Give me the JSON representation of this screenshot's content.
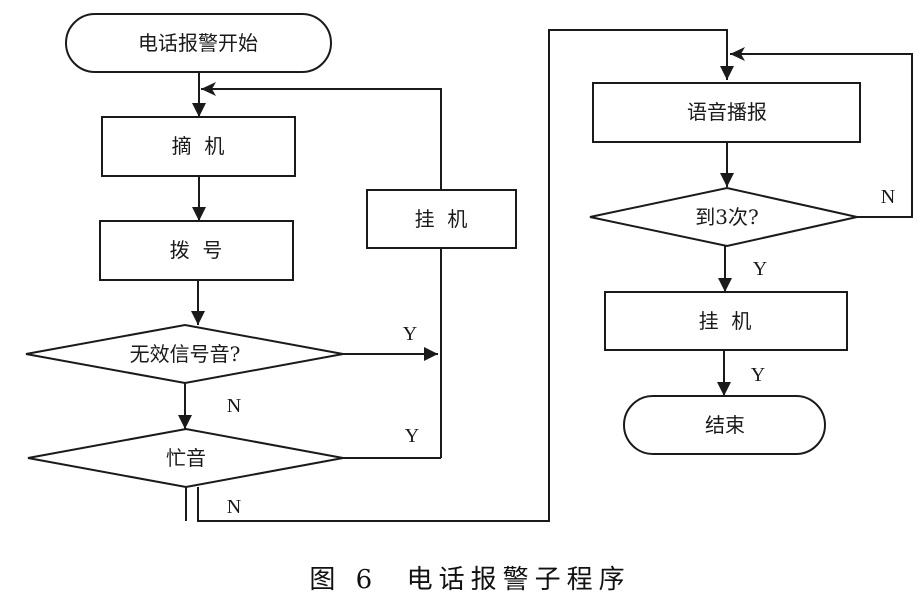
{
  "diagram": {
    "nodes": {
      "start": {
        "label": "电话报警开始",
        "type": "terminal"
      },
      "offhook": {
        "label": "摘  机",
        "type": "process"
      },
      "dial": {
        "label": "拨  号",
        "type": "process"
      },
      "invalid_tone": {
        "label": "无效信号音?",
        "type": "decision"
      },
      "busy_tone": {
        "label": "忙音",
        "type": "decision"
      },
      "hangup_retry": {
        "label": "挂  机",
        "type": "process"
      },
      "voice_broadcast": {
        "label": "语音播报",
        "type": "process"
      },
      "three_times": {
        "label": "到3次?",
        "type": "decision"
      },
      "hangup_final": {
        "label": "挂  机",
        "type": "process"
      },
      "end": {
        "label": "结束",
        "type": "terminal"
      }
    },
    "edges": [
      {
        "from": "start",
        "to": "offhook",
        "label": ""
      },
      {
        "from": "offhook",
        "to": "dial",
        "label": ""
      },
      {
        "from": "dial",
        "to": "invalid_tone",
        "label": ""
      },
      {
        "from": "invalid_tone",
        "to": "hangup_retry",
        "label": "Y"
      },
      {
        "from": "invalid_tone",
        "to": "busy_tone",
        "label": "N"
      },
      {
        "from": "busy_tone",
        "to": "hangup_retry",
        "label": "Y"
      },
      {
        "from": "busy_tone",
        "to": "voice_broadcast",
        "label": "N"
      },
      {
        "from": "hangup_retry",
        "to": "offhook",
        "label": ""
      },
      {
        "from": "voice_broadcast",
        "to": "three_times",
        "label": ""
      },
      {
        "from": "three_times",
        "to": "voice_broadcast",
        "label": "N"
      },
      {
        "from": "three_times",
        "to": "hangup_final",
        "label": "Y"
      },
      {
        "from": "hangup_final",
        "to": "end",
        "label": "Y"
      }
    ],
    "edge_labels": {
      "invalid_yes": "Y",
      "invalid_no": "N",
      "busy_yes": "Y",
      "busy_no": "N",
      "three_no": "N",
      "three_yes": "Y",
      "hangup_to_end": "Y"
    },
    "caption": "图 6  电话报警子程序"
  }
}
